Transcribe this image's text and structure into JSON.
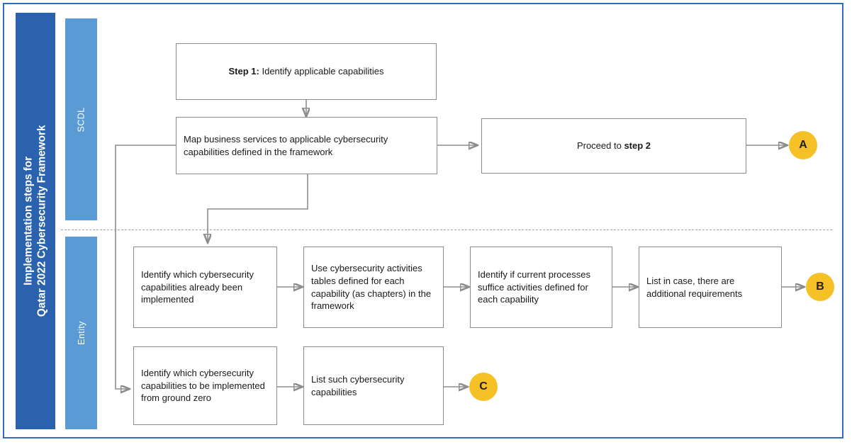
{
  "diagram": {
    "title": "Implementation steps for Qatar 2022 Cybersecurity Framework",
    "title_line_1": "Implementation steps for",
    "title_line_2": "Qatar 2022 Cybersecurity Framework",
    "colors": {
      "title_band": "#2a62ad",
      "lane_band": "#5b9bd5",
      "frame_border": "#2e6fb7",
      "node_border": "#8d8d8d",
      "connector": "#8d8d8d",
      "terminator": "#f5c127",
      "background": "#ffffff"
    }
  },
  "lanes": [
    {
      "id": "scdl",
      "label": "SCDL"
    },
    {
      "id": "entity",
      "label": "Entity"
    }
  ],
  "nodes": [
    {
      "id": "step1",
      "lane": "scdl",
      "label_bold": "Step 1:",
      "label_rest": " Identify applicable capabilities",
      "full_text": "Step 1: Identify applicable capabilities"
    },
    {
      "id": "map-business-services",
      "lane": "scdl",
      "full_text": "Map business services to applicable cybersecurity capabilities defined in the framework"
    },
    {
      "id": "proceed-step2",
      "lane": "scdl",
      "label_rest": "Proceed to ",
      "label_bold": "step 2",
      "full_text": "Proceed to step 2"
    },
    {
      "id": "identify-already-implemented",
      "lane": "entity",
      "full_text": "Identify which cybersecurity capabilities already been implemented"
    },
    {
      "id": "use-activities-tables",
      "lane": "entity",
      "full_text": "Use cybersecurity activities tables defined for each capability (as chapters) in the framework"
    },
    {
      "id": "identify-processes-suffice",
      "lane": "entity",
      "full_text": "Identify if current processes suffice activities defined for each capability"
    },
    {
      "id": "list-additional-requirements",
      "lane": "entity",
      "full_text": "List in case, there are additional requirements"
    },
    {
      "id": "identify-ground-zero",
      "lane": "entity",
      "full_text": "Identify which cybersecurity capabilities to be implemented from ground zero"
    },
    {
      "id": "list-such-capabilities",
      "lane": "entity",
      "full_text": "List such cybersecurity capabilities"
    }
  ],
  "terminators": [
    {
      "id": "a",
      "label": "A",
      "lane": "scdl"
    },
    {
      "id": "b",
      "label": "B",
      "lane": "entity"
    },
    {
      "id": "c",
      "label": "C",
      "lane": "entity"
    }
  ]
}
